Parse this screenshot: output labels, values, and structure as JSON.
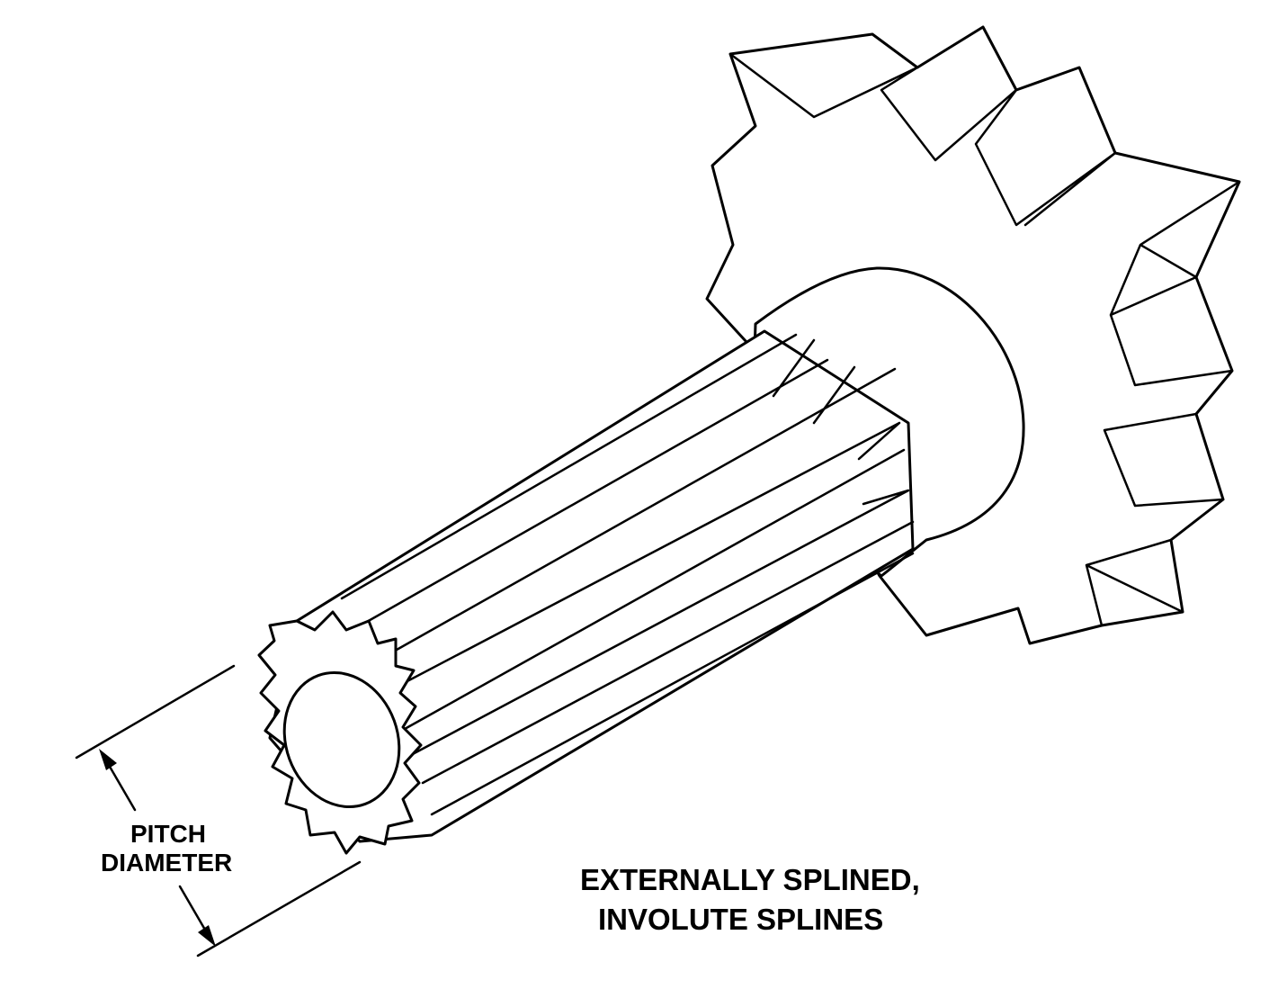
{
  "dimension": {
    "label_line1": "PITCH",
    "label_line2": "DIAMETER"
  },
  "caption": {
    "line1": "EXTERNALLY SPLINED,",
    "line2": "INVOLUTE SPLINES"
  },
  "colors": {
    "ink": "#000000",
    "paper": "#ffffff"
  }
}
